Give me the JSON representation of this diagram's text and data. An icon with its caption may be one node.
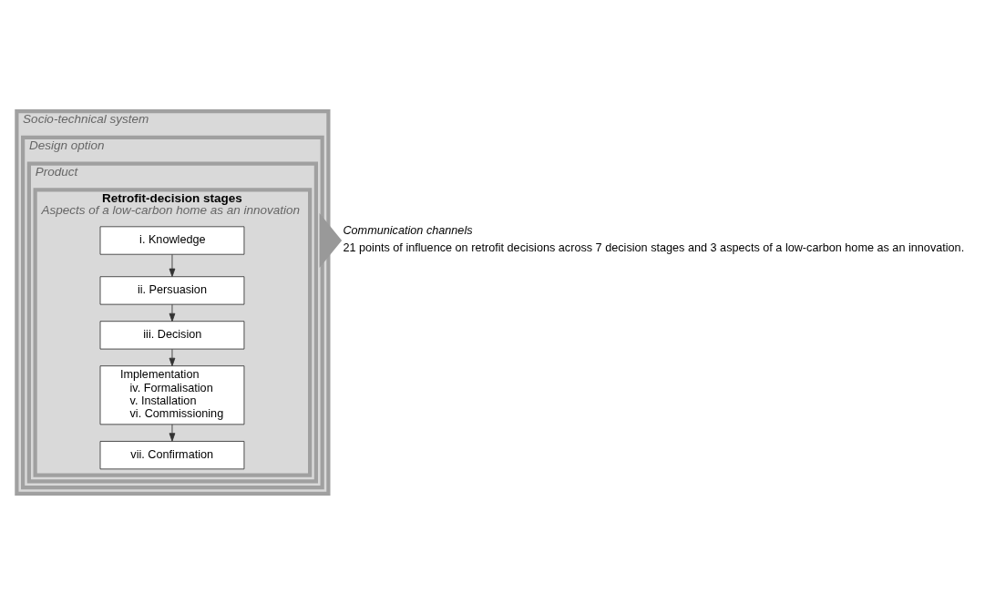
{
  "diagram": {
    "nodes": [
      {
        "text": [
          "Socio-technical system"
        ]
      },
      {
        "text": [
          "Design option"
        ],
        "in": 0
      },
      {
        "text": [
          "Product"
        ],
        "in": 1
      },
      {
        "text": [
          "Retrofit-decision stages",
          "Aspects of a low-carbon home as an innovation"
        ],
        "in": 2
      },
      {
        "text": [
          "i. Knowledge"
        ],
        "in": 3
      },
      {
        "text": [
          "ii. Persuasion"
        ],
        "in": 3
      },
      {
        "text": [
          "iii. Decision"
        ],
        "in": 3
      },
      {
        "text": [
          "Implementation",
          "iv. Formalisation",
          "v. Installation",
          "vi. Commissioning"
        ],
        "in": 3
      },
      {
        "text": [
          "vii. Confirmation"
        ],
        "in": 3
      },
      {
        "text": [
          "Communication channels",
          "21 points of influence on retrofit decisions across 7 decision stages and 3 aspects of a low-carbon home as an innovation."
        ]
      }
    ],
    "edges": [
      {
        "from": 4,
        "to": 5,
        "arrow": "to"
      },
      {
        "from": 5,
        "to": 6,
        "arrow": "to"
      },
      {
        "from": 6,
        "to": 7,
        "arrow": "to"
      },
      {
        "from": 7,
        "to": 8,
        "arrow": "to"
      },
      {
        "from": 0,
        "to": 9,
        "arrow": "to",
        "style": "thick",
        "color": "#999999"
      }
    ]
  }
}
